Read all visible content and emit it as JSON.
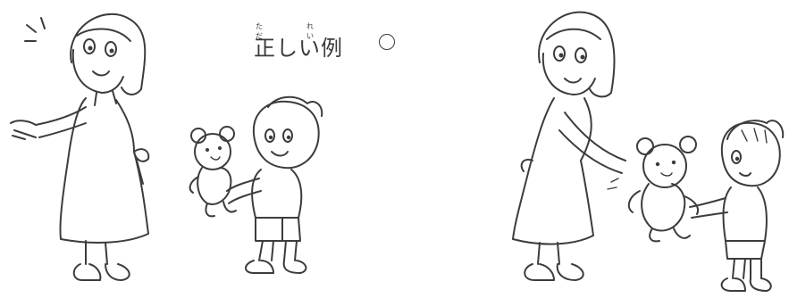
{
  "caption": {
    "ruby_1": "ただ",
    "ruby_2": "れい",
    "text": "正しい例"
  },
  "icons": {
    "correct_mark": "circle-icon"
  }
}
